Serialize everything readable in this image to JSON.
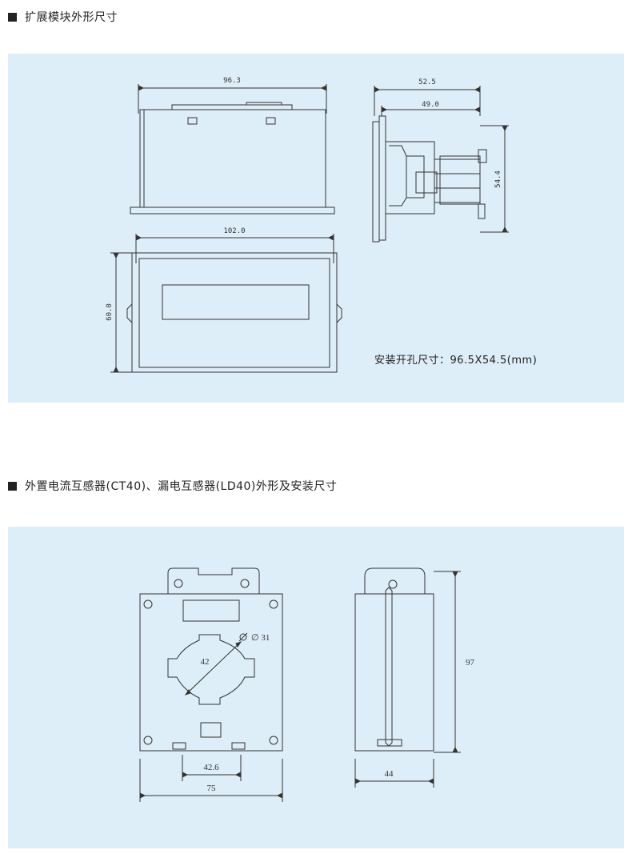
{
  "section1": {
    "title": "扩展模块外形尺寸",
    "dims": {
      "top_width": "96.3",
      "side_outer": "52.5",
      "side_inner": "49.0",
      "side_height": "54.4",
      "front_width": "102.0",
      "front_height": "60.0"
    },
    "cutout_note": "安装开孔尺寸：96.5X54.5(mm)"
  },
  "section2": {
    "title": "外置电流互感器(CT40)、漏电互感器(LD40)外形及安装尺寸",
    "dims": {
      "diameter": "∅ 31",
      "window": "42",
      "hole_spacing": "42.6",
      "front_width": "75",
      "side_width": "44",
      "height": "97"
    }
  },
  "colors": {
    "panel_bg": "#ddeef8",
    "line": "#333333"
  }
}
